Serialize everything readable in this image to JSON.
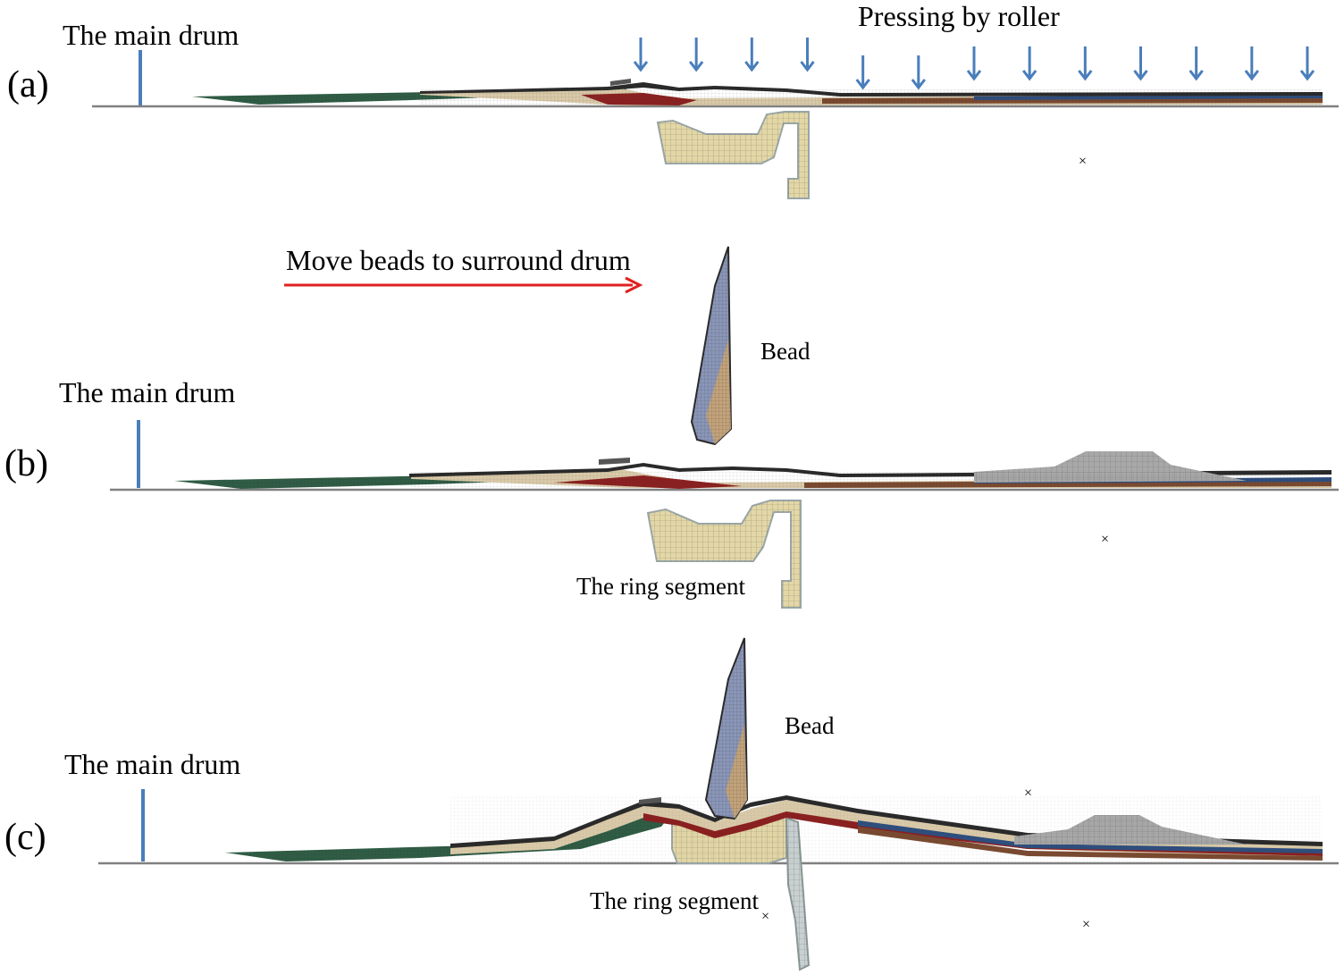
{
  "figure": {
    "panels": [
      {
        "id": "a",
        "label": "(a)",
        "drum_label": "The main drum",
        "action_label": "Pressing by roller",
        "roller_arrow_count": 13
      },
      {
        "id": "b",
        "label": "(b)",
        "drum_label": "The main drum",
        "action_label": "Move beads to surround drum",
        "bead_label": "Bead",
        "ring_label": "The ring segment"
      },
      {
        "id": "c",
        "label": "(c)",
        "drum_label": "The main drum",
        "bead_label": "Bead",
        "ring_label": "The ring segment"
      }
    ],
    "colors": {
      "drum_marker": "#4a7ebb",
      "roller_arrow": "#4a7ebb",
      "move_arrow": "#e02020",
      "apex_green": "#2f5d45",
      "ply_black": "#2a2a2a",
      "ply_beige": "#d9c9a8",
      "ply_red": "#8b2020",
      "ply_blue": "#2e4e7e",
      "ply_brown": "#7a4a30",
      "ring_fill": "#e3d7a6",
      "ring_edge": "#9aa6a6",
      "bead_blue": "#8a96b8",
      "bead_tan": "#c2a27a",
      "baseline": "#808080"
    }
  }
}
